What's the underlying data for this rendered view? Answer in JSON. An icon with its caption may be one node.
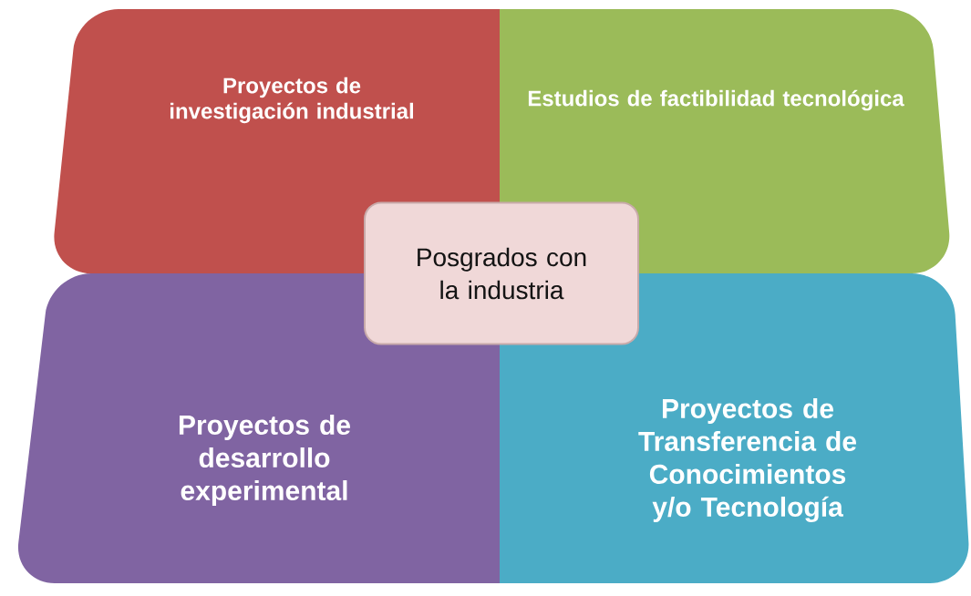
{
  "diagram": {
    "nodes": [
      {
        "text": [
          "Proyectos de investigación industrial"
        ]
      },
      {
        "text": [
          "Estudios de factibilidad tecnológica"
        ]
      },
      {
        "text": [
          "Proyectos de desarrollo experimental"
        ]
      },
      {
        "text": [
          "Proyectos de Transferencia de Conocimientos y/o Tecnología"
        ]
      },
      {
        "text": [
          "Posgrados con la industria"
        ]
      }
    ]
  }
}
